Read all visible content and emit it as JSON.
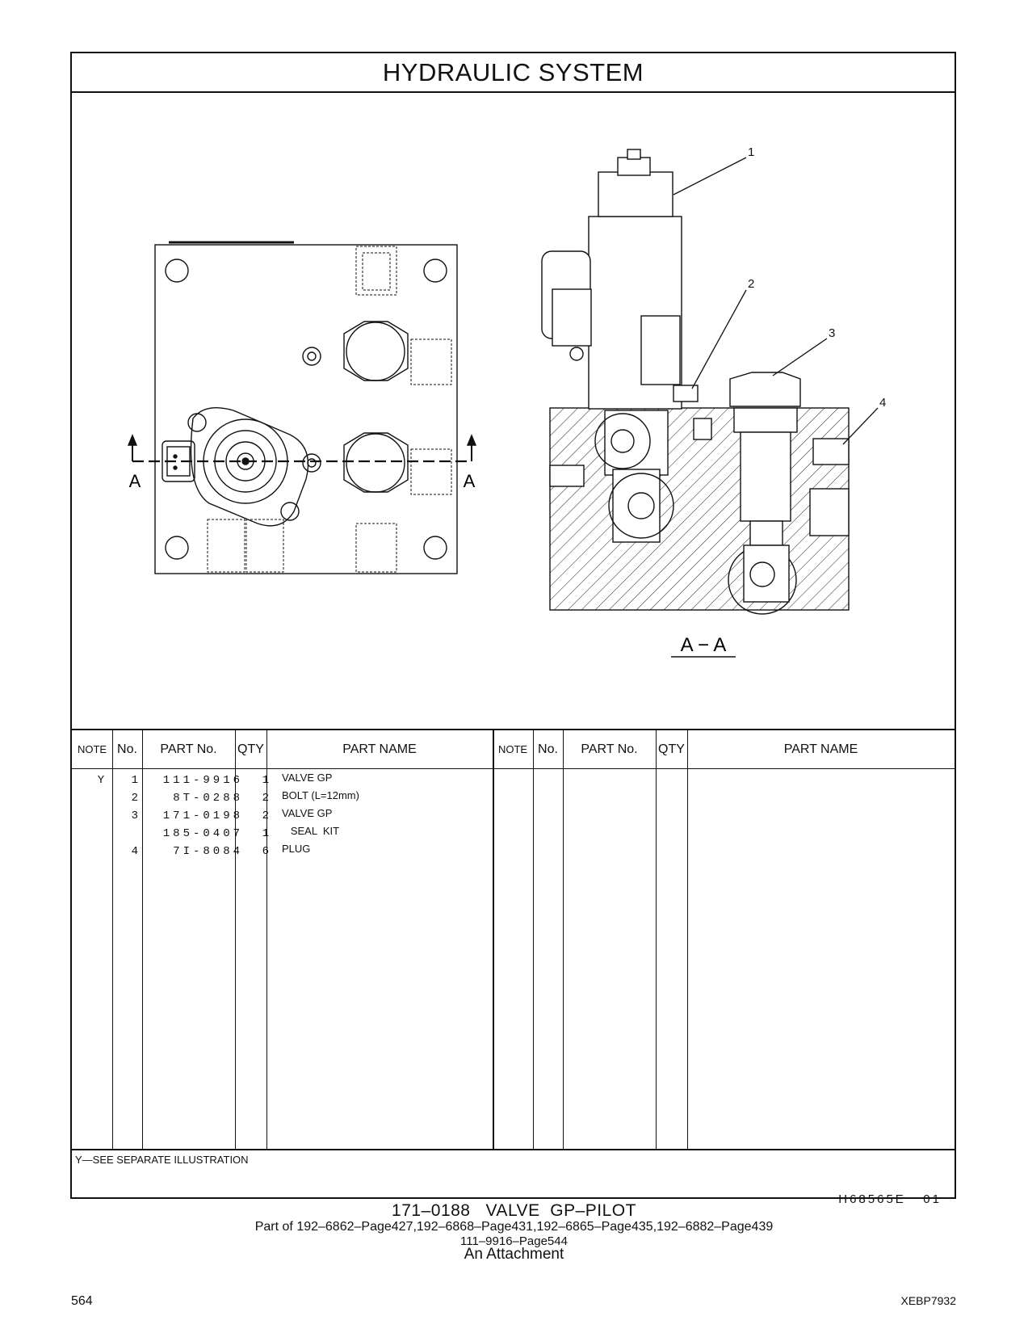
{
  "header": {
    "title": "HYDRAULIC   SYSTEM"
  },
  "illustration": {
    "section_marker": "A",
    "section_view_label": "A − A",
    "callouts": [
      "1",
      "2",
      "3",
      "4"
    ]
  },
  "table": {
    "headers": {
      "note": "NOTE",
      "no": "No.",
      "part_no": "PART No.",
      "qty": "QTY",
      "part_name": "PART NAME"
    },
    "rows": [
      {
        "note": "Y",
        "no": "1",
        "part_no": "111-9916",
        "qty": "1",
        "part_name": "VALVE  GP"
      },
      {
        "note": "",
        "no": "2",
        "part_no": "8T-0288",
        "qty": "2",
        "part_name": "BOLT (L=12mm)"
      },
      {
        "note": "",
        "no": "3",
        "part_no": "171-0198",
        "qty": "2",
        "part_name": "VALVE  GP"
      },
      {
        "note": "",
        "no": "",
        "part_no": "185-0407",
        "qty": "1",
        "part_name": "   SEAL  KIT"
      },
      {
        "note": "",
        "no": "4",
        "part_no": "7I-8084",
        "qty": "6",
        "part_name": "PLUG"
      }
    ],
    "footnote": "Y—SEE  SEPARATE  ILLUSTRATION",
    "reference": "H68565E   01"
  },
  "caption": {
    "title": "171‒0188   VALVE  GP‒PILOT",
    "part_of": "Part of 192‒6862‒Page427,192‒6868‒Page431,192‒6865‒Page435,192‒6882‒Page439",
    "also": "111‒9916‒Page544",
    "attachment": "An Attachment"
  },
  "footer": {
    "page_number": "564",
    "document_code": "XEBP7932"
  }
}
